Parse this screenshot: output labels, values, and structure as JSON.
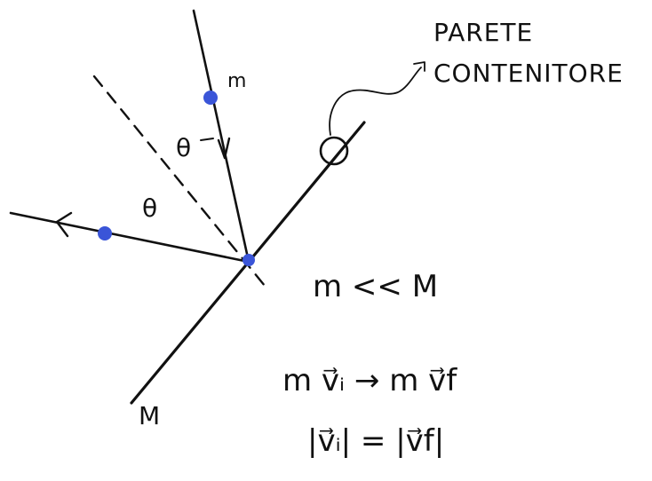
{
  "labels": {
    "wall_line1": "PARETE",
    "wall_line2": "CONTENITORE",
    "small_mass": "m",
    "big_mass": "M",
    "angle_top": "θ",
    "angle_bottom": "θ",
    "relation": "m << M",
    "momentum_eq": "m v⃗ᵢ → m v⃗f",
    "magnitude_eq": "|v⃗ᵢ| = |v⃗f|"
  },
  "colors": {
    "ink": "#111111",
    "particle": "#3a55d8",
    "background": "#ffffff"
  }
}
